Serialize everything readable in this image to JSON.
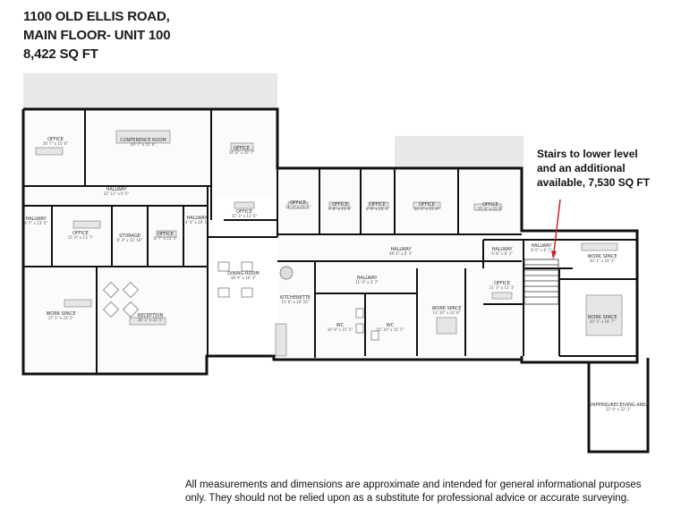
{
  "header": {
    "line1": "1100 OLD ELLIS ROAD,",
    "line2": "MAIN FLOOR- UNIT 100",
    "line3": "8,422 SQ FT"
  },
  "callout": {
    "line1": "Stairs to lower level",
    "line2": "and an additional",
    "line3": "available, 7,530 SQ FT"
  },
  "disclaimer": {
    "line1": "All measurements and dimensions are approximate and intended for general informational purposes",
    "line2": "only. They should not be relied upon as a substitute for professional advice or accurate surveying."
  },
  "rooms": {
    "office_nw": {
      "name": "OFFICE",
      "dim": "16' 7\" x 15' 6\""
    },
    "conference": {
      "name": "CONFERENCE ROOM",
      "dim": "29' 7\" x 15' 6\""
    },
    "office_n2": {
      "name": "OFFICE",
      "dim": "14' 8\" x 20' 7\""
    },
    "hallway_w": {
      "name": "HALLWAY",
      "dim": "31' 11\" x 6' 5\""
    },
    "hallway_left": {
      "name": "HALLWAY",
      "dim": "4' 7\" x 13' 5\""
    },
    "office_west": {
      "name": "OFFICE",
      "dim": "15' 0\" x 13' 7\""
    },
    "storage": {
      "name": "STORAGE",
      "dim": "6' 3\" x 11' 10\""
    },
    "office_small": {
      "name": "OFFICE",
      "dim": "8' 7\" x 13' 3\""
    },
    "hallway_mid": {
      "name": "HALLWAY",
      "dim": "4' 4\" x 20' 1\""
    },
    "office_mid": {
      "name": "OFFICE",
      "dim": "15' 3\" x 12' 6\""
    },
    "office_a": {
      "name": "OFFICE",
      "dim": "11' 3\" x 15' 1\""
    },
    "office_b": {
      "name": "OFFICE",
      "dim": "9' 8\" x 15' 9\""
    },
    "office_c": {
      "name": "OFFICE",
      "dim": "8' 9\" x 15' 1\""
    },
    "office_d": {
      "name": "OFFICE",
      "dim": "14' 6\" x 15' 9\""
    },
    "office_e": {
      "name": "OFFICE",
      "dim": "15' 4\" x 15' 9\""
    },
    "hallway_main": {
      "name": "HALLWAY",
      "dim": "49' 6\" x 6' 3\""
    },
    "dining": {
      "name": "DINING ROOM",
      "dim": "18' 9\" x 16' 3\""
    },
    "kitchenette": {
      "name": "KITCHENETTE",
      "dim": "15' 6\" x 20' 10\""
    },
    "hallway_wc": {
      "name": "HALLWAY",
      "dim": "11' 9\" x 3' 7\""
    },
    "wc1": {
      "name": "WC",
      "dim": "10' 9\" x 15' 5\""
    },
    "wc2": {
      "name": "WC",
      "dim": "10' 10\" x 15' 5\""
    },
    "work_center": {
      "name": "WORK SPACE",
      "dim": "13' 10\" x 22' 8\""
    },
    "hallway_e1": {
      "name": "HALLWAY",
      "dim": "9' 8\" x 6' 3\""
    },
    "hallway_e2": {
      "name": "HALLWAY",
      "dim": "8' 6\" x 6' 5\""
    },
    "office_e2": {
      "name": "OFFICE",
      "dim": "11' 3\" x 11' 3\""
    },
    "work_ne": {
      "name": "WORK SPACE",
      "dim": "20' 1\" x 10' 3\""
    },
    "work_e": {
      "name": "WORK SPACE",
      "dim": "20' 1\" x 18' 7\""
    },
    "work_w": {
      "name": "WORK SPACE",
      "dim": "17' 1\" x 23' 5\""
    },
    "reception": {
      "name": "RECEPTION",
      "dim": "28' 1\" x 21' 5\""
    },
    "shipping": {
      "name": "SHIPPING/RECEIVING AREA",
      "dim": "12' 9\" x 22' 3\""
    }
  }
}
